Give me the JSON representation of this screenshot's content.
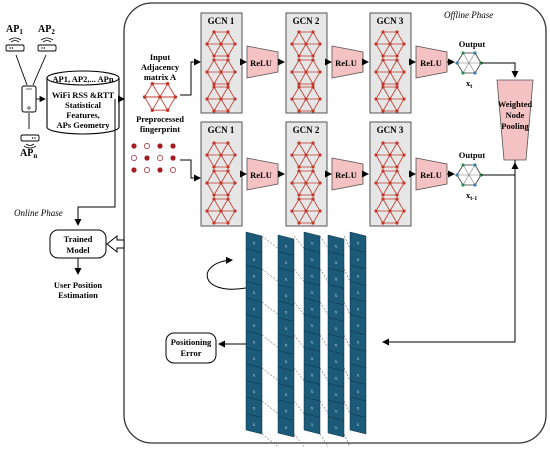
{
  "access_points": {
    "ap1": {
      "base": "AP",
      "sub": "1"
    },
    "ap2": {
      "base": "AP",
      "sub": "2"
    },
    "apn": {
      "base": "AP",
      "sub": "n"
    }
  },
  "database": {
    "header": "AP1, AP2,... APn",
    "lines": [
      "WiFi RSS &RTT",
      "Statistical",
      "Features,",
      "APs Geometry"
    ]
  },
  "offline_phase_label": "Offline Phase",
  "online_phase_label": "Online Phase",
  "input_labels": {
    "adjacency": [
      "Input",
      "Adjacency",
      "matrix A"
    ],
    "fingerprint": [
      "Preprocessed",
      "fingerprint"
    ]
  },
  "gcn_layers": [
    "GCN 1",
    "GCN 2",
    "GCN 3"
  ],
  "relu_label": "ReLU",
  "output_label": "Output",
  "output_vars": {
    "top": {
      "base": "x",
      "sub": "t"
    },
    "bottom": {
      "base": "x",
      "sub": "t-1"
    }
  },
  "pooling_label": [
    "Weighted",
    "Node",
    "Pooling"
  ],
  "trained_model_label": [
    "Trained",
    "Model"
  ],
  "user_position_label": [
    "User Position",
    "Estimation"
  ],
  "positioning_error_label": [
    "Positioning",
    "Error"
  ],
  "colors": {
    "panel_border": "#333333",
    "gcn_fill": "#e6e6e6",
    "graph_node": "#c0392b",
    "relu_fill": "#f4c2c2",
    "tensor_fill": "#1b5a78",
    "tensor_cell_text": "#cfe3ee"
  }
}
